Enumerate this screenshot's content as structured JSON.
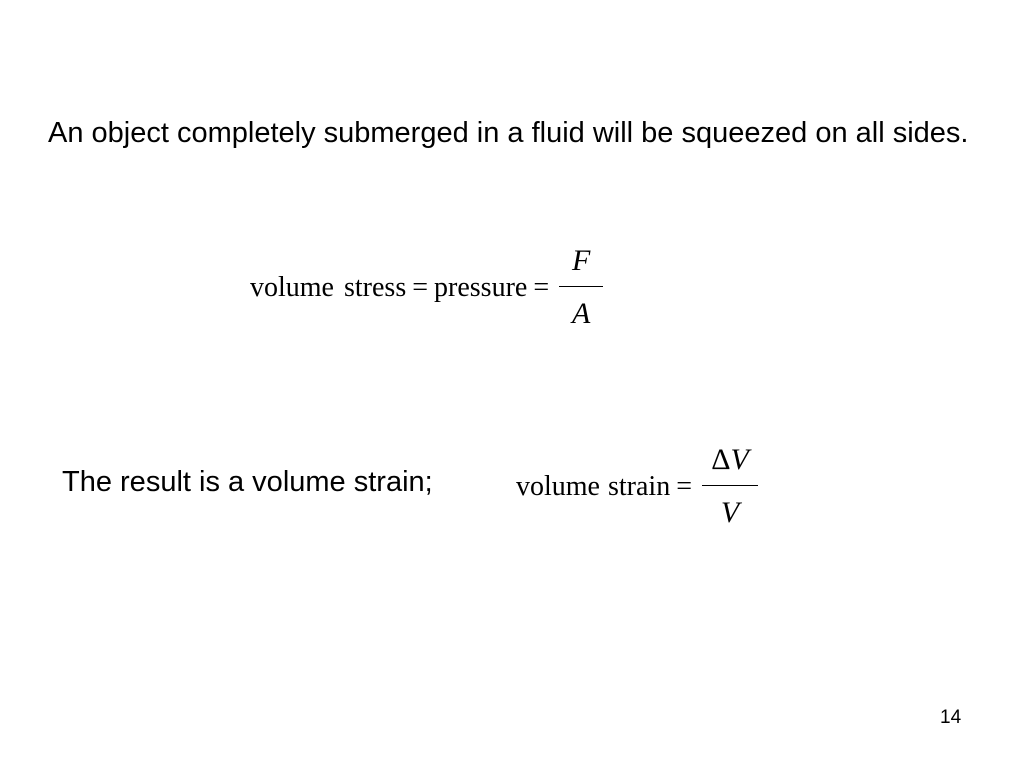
{
  "slide": {
    "intro_text": "An object completely submerged in a fluid will be squeezed on all sides.",
    "equation1": {
      "lhs_word1": "volume",
      "lhs_word2": "stress",
      "equals1": "=",
      "middle": "pressure",
      "equals2": "=",
      "numerator": "F",
      "denominator": "A"
    },
    "result_text": "The result is a volume strain;",
    "equation2": {
      "lhs_word1": "volume",
      "lhs_word2": "strain",
      "equals": "=",
      "numerator_delta": "Δ",
      "numerator_var": "V",
      "denominator": "V"
    },
    "page_number": "14"
  }
}
